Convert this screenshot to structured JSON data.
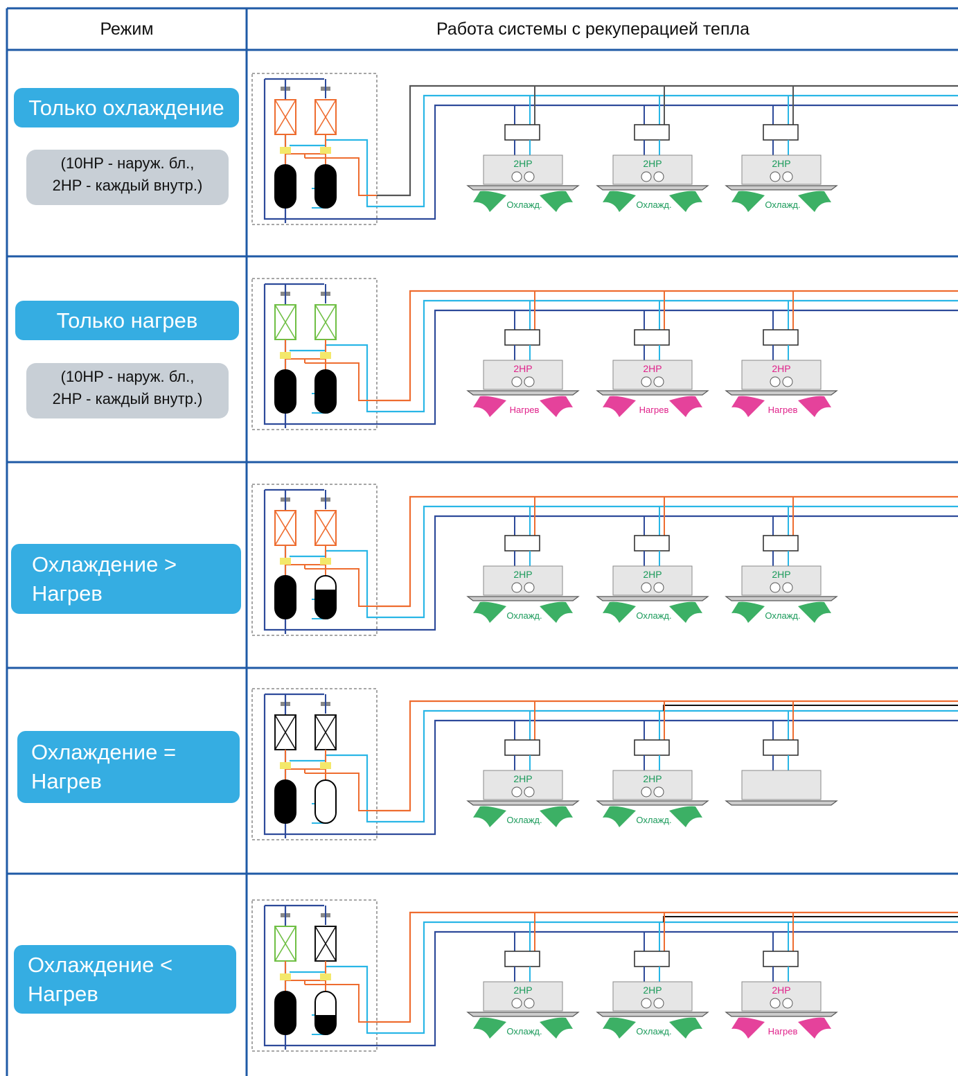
{
  "header": {
    "mode_col": "Режим",
    "diagram_col": "Работа системы с рекуперацией тепла"
  },
  "colors": {
    "grid": "#1f5aa6",
    "mode_box": "#35ade2",
    "note_box": "#c8cfd6",
    "pipe_gas_cool": "#555555",
    "pipe_hot": "#ee6c2f",
    "pipe_liquid": "#29b6e6",
    "pipe_dark": "#2d4a9a",
    "coil_green": "#6fbf44",
    "airflow_cool": "#1aa24a",
    "airflow_heat": "#e0218a",
    "label_cool": "#1a9a5a",
    "label_heat": "#e0218a"
  },
  "rows": [
    {
      "mode": "Только охлаждение",
      "note_line1": "(10HP - наруж. бл.,",
      "note_line2": "2HP - каждый внутр.)",
      "units": [
        {
          "hp": "2HP",
          "state": "Охлажд.",
          "kind": "cool"
        },
        {
          "hp": "2HP",
          "state": "Охлажд.",
          "kind": "cool"
        },
        {
          "hp": "2HP",
          "state": "Охлажд.",
          "kind": "cool"
        }
      ]
    },
    {
      "mode": "Только нагрев",
      "note_line1": "(10HP - наруж. бл.,",
      "note_line2": "2HP - каждый внутр.)",
      "units": [
        {
          "hp": "2HP",
          "state": "Нагрев",
          "kind": "heat"
        },
        {
          "hp": "2HP",
          "state": "Нагрев",
          "kind": "heat"
        },
        {
          "hp": "2HP",
          "state": "Нагрев",
          "kind": "heat"
        }
      ]
    },
    {
      "mode_line1": "Охлаждение >",
      "mode_line2": "Нагрев",
      "units": [
        {
          "hp": "2HP",
          "state": "Охлажд.",
          "kind": "cool"
        },
        {
          "hp": "2HP",
          "state": "Охлажд.",
          "kind": "cool"
        },
        {
          "hp": "2HP",
          "state": "Охлажд.",
          "kind": "cool"
        }
      ]
    },
    {
      "mode_line1": "Охлаждение =",
      "mode_line2": "Нагрев",
      "units": [
        {
          "hp": "2HP",
          "state": "Охлажд.",
          "kind": "cool"
        },
        {
          "hp": "2HP",
          "state": "Охлажд.",
          "kind": "cool"
        },
        {
          "hp": "",
          "state": "",
          "kind": "off"
        }
      ]
    },
    {
      "mode_line1": "Охлаждение <",
      "mode_line2": "Нагрев",
      "units": [
        {
          "hp": "2HP",
          "state": "Охлажд.",
          "kind": "cool"
        },
        {
          "hp": "2HP",
          "state": "Охлажд.",
          "kind": "cool"
        },
        {
          "hp": "2HP",
          "state": "Нагрев",
          "kind": "heat"
        }
      ]
    }
  ]
}
